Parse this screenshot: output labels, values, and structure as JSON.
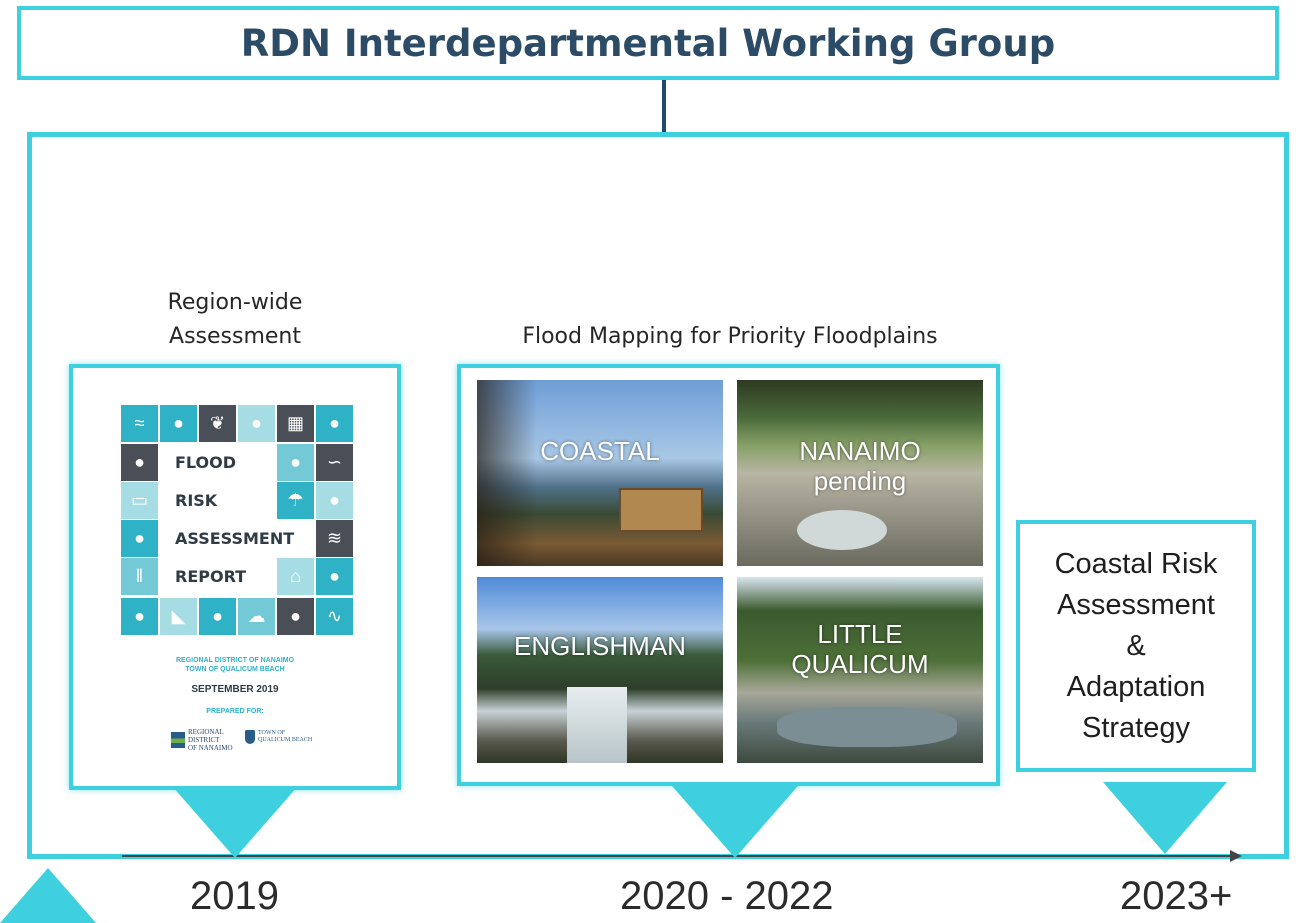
{
  "header": {
    "title": "RDN Interdepartmental Working Group"
  },
  "stages": [
    {
      "heading_line1": "Region-wide",
      "heading_line2": "Assessment",
      "year": "2019"
    },
    {
      "heading": "Flood Mapping for Priority Floodplains",
      "year": "2020 - 2022"
    },
    {
      "box_lines": [
        "Coastal Risk",
        "Assessment",
        "&",
        "Adaptation",
        "Strategy"
      ],
      "year": "2023+"
    }
  ],
  "report_cover": {
    "words": [
      "FLOOD",
      "RISK",
      "ASSESSMENT",
      "REPORT"
    ],
    "org_line1": "REGIONAL DISTRICT OF NANAIMO",
    "org_line2": "TOWN OF QUALICUM BEACH",
    "date": "SEPTEMBER 2019",
    "prepared_for": "PREPARED FOR:",
    "logo_rdn_line1": "REGIONAL",
    "logo_rdn_line2": "DISTRICT",
    "logo_rdn_line3": "OF NANAIMO",
    "logo_qb_line1": "TOWN OF",
    "logo_qb_line2": "QUALICUM BEACH"
  },
  "floodplains": [
    {
      "line1": "COASTAL",
      "line2": ""
    },
    {
      "line1": "NANAIMO",
      "line2": "pending"
    },
    {
      "line1": "ENGLISHMAN",
      "line2": ""
    },
    {
      "line1": "LITTLE",
      "line2": "QUALICUM"
    }
  ],
  "colors": {
    "accent": "#3fd0df",
    "header_text": "#2c4b66",
    "connector": "#1f4a6e"
  }
}
